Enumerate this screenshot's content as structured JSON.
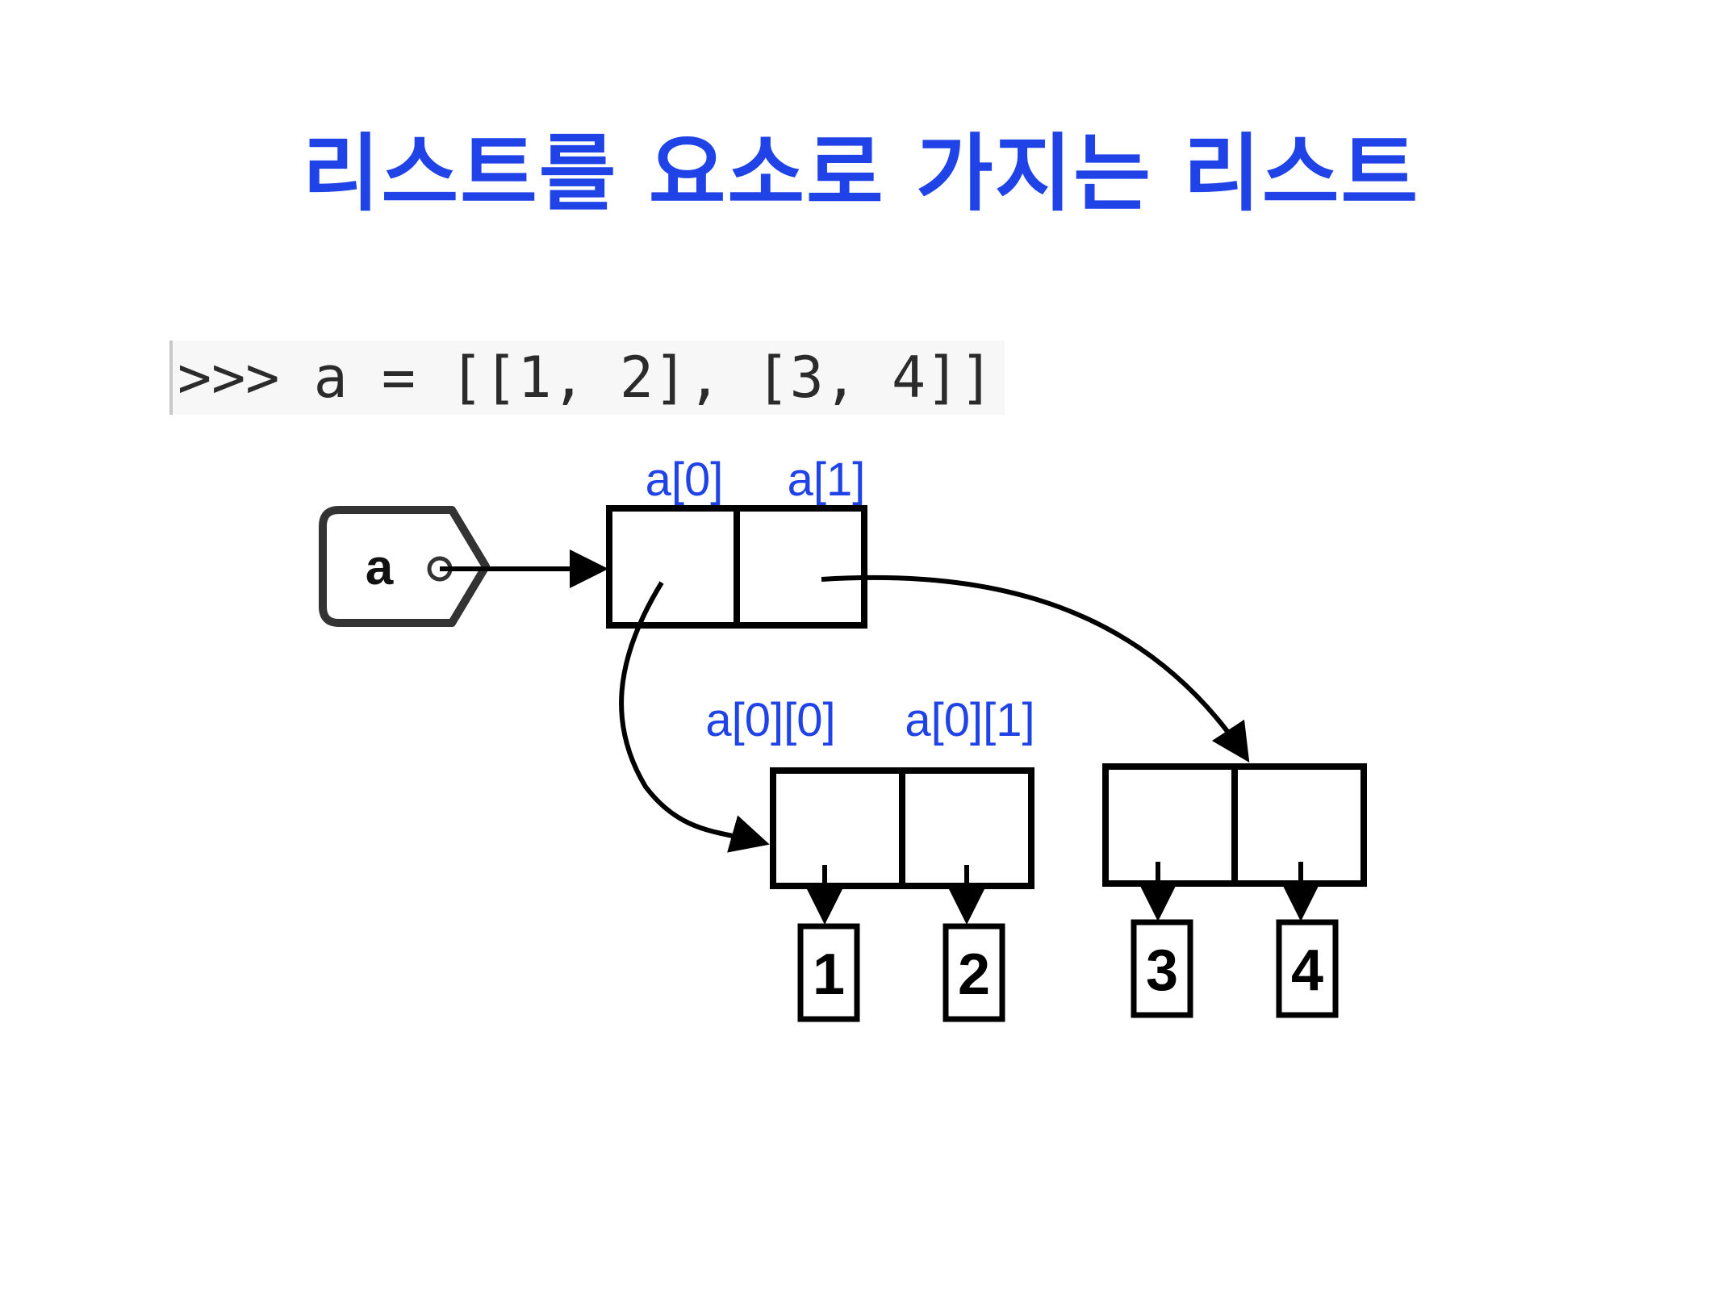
{
  "title": "리스트를 요소로 가지는 리스트",
  "code": ">>> a = [[1, 2], [3, 4]]",
  "variable": {
    "name": "a"
  },
  "labels": {
    "outer_0": "a[0]",
    "outer_1": "a[1]",
    "inner_0_0": "a[0][0]",
    "inner_0_1": "a[0][1]"
  },
  "values": [
    "1",
    "2",
    "3",
    "4"
  ],
  "colors": {
    "title": "#1f43e6",
    "labels": "#1f43e6",
    "lines": "#000000"
  }
}
